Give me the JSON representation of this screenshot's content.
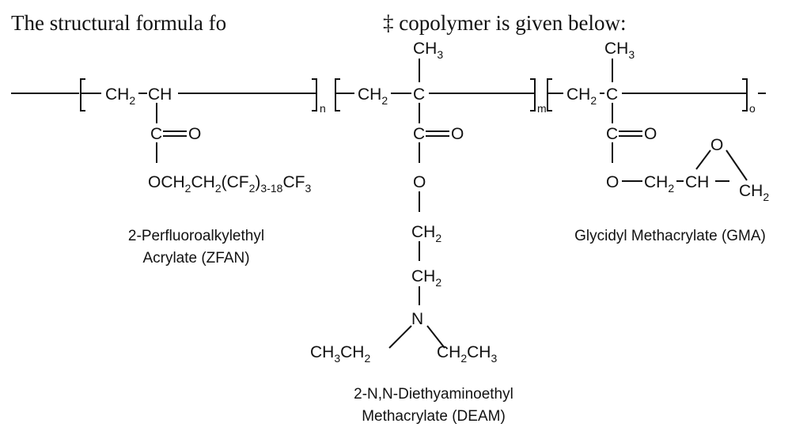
{
  "caption": {
    "part1": "The structural formula fo",
    "part2": "‡ copolymer is given below:"
  },
  "atoms": {
    "ch": "CH",
    "c": "C",
    "o": "O",
    "n": "N",
    "h": "H",
    "ch2_base": "CH",
    "ch3_base": "CH",
    "sub2": "2",
    "sub3": "3",
    "sub18": "3-18"
  },
  "ester_zfan": {
    "o": "OCH",
    "ch2": "CH",
    "cf2": "(CF",
    "cf3": "CF"
  },
  "repeat_subscripts": {
    "n": "n",
    "m": "m",
    "o": "o"
  },
  "monomers": {
    "zfan": {
      "line1": "2-Perfluoroalkylethyl",
      "line2": "Acrylate  (ZFAN)"
    },
    "deam": {
      "line1": "2-N,N-Diethyaminoethyl",
      "line2": "Methacrylate  (DEAM)"
    },
    "gma": {
      "line1": "Glycidyl Methacrylate  (GMA)"
    }
  },
  "colors": {
    "ink": "#111111",
    "background": "#ffffff"
  }
}
